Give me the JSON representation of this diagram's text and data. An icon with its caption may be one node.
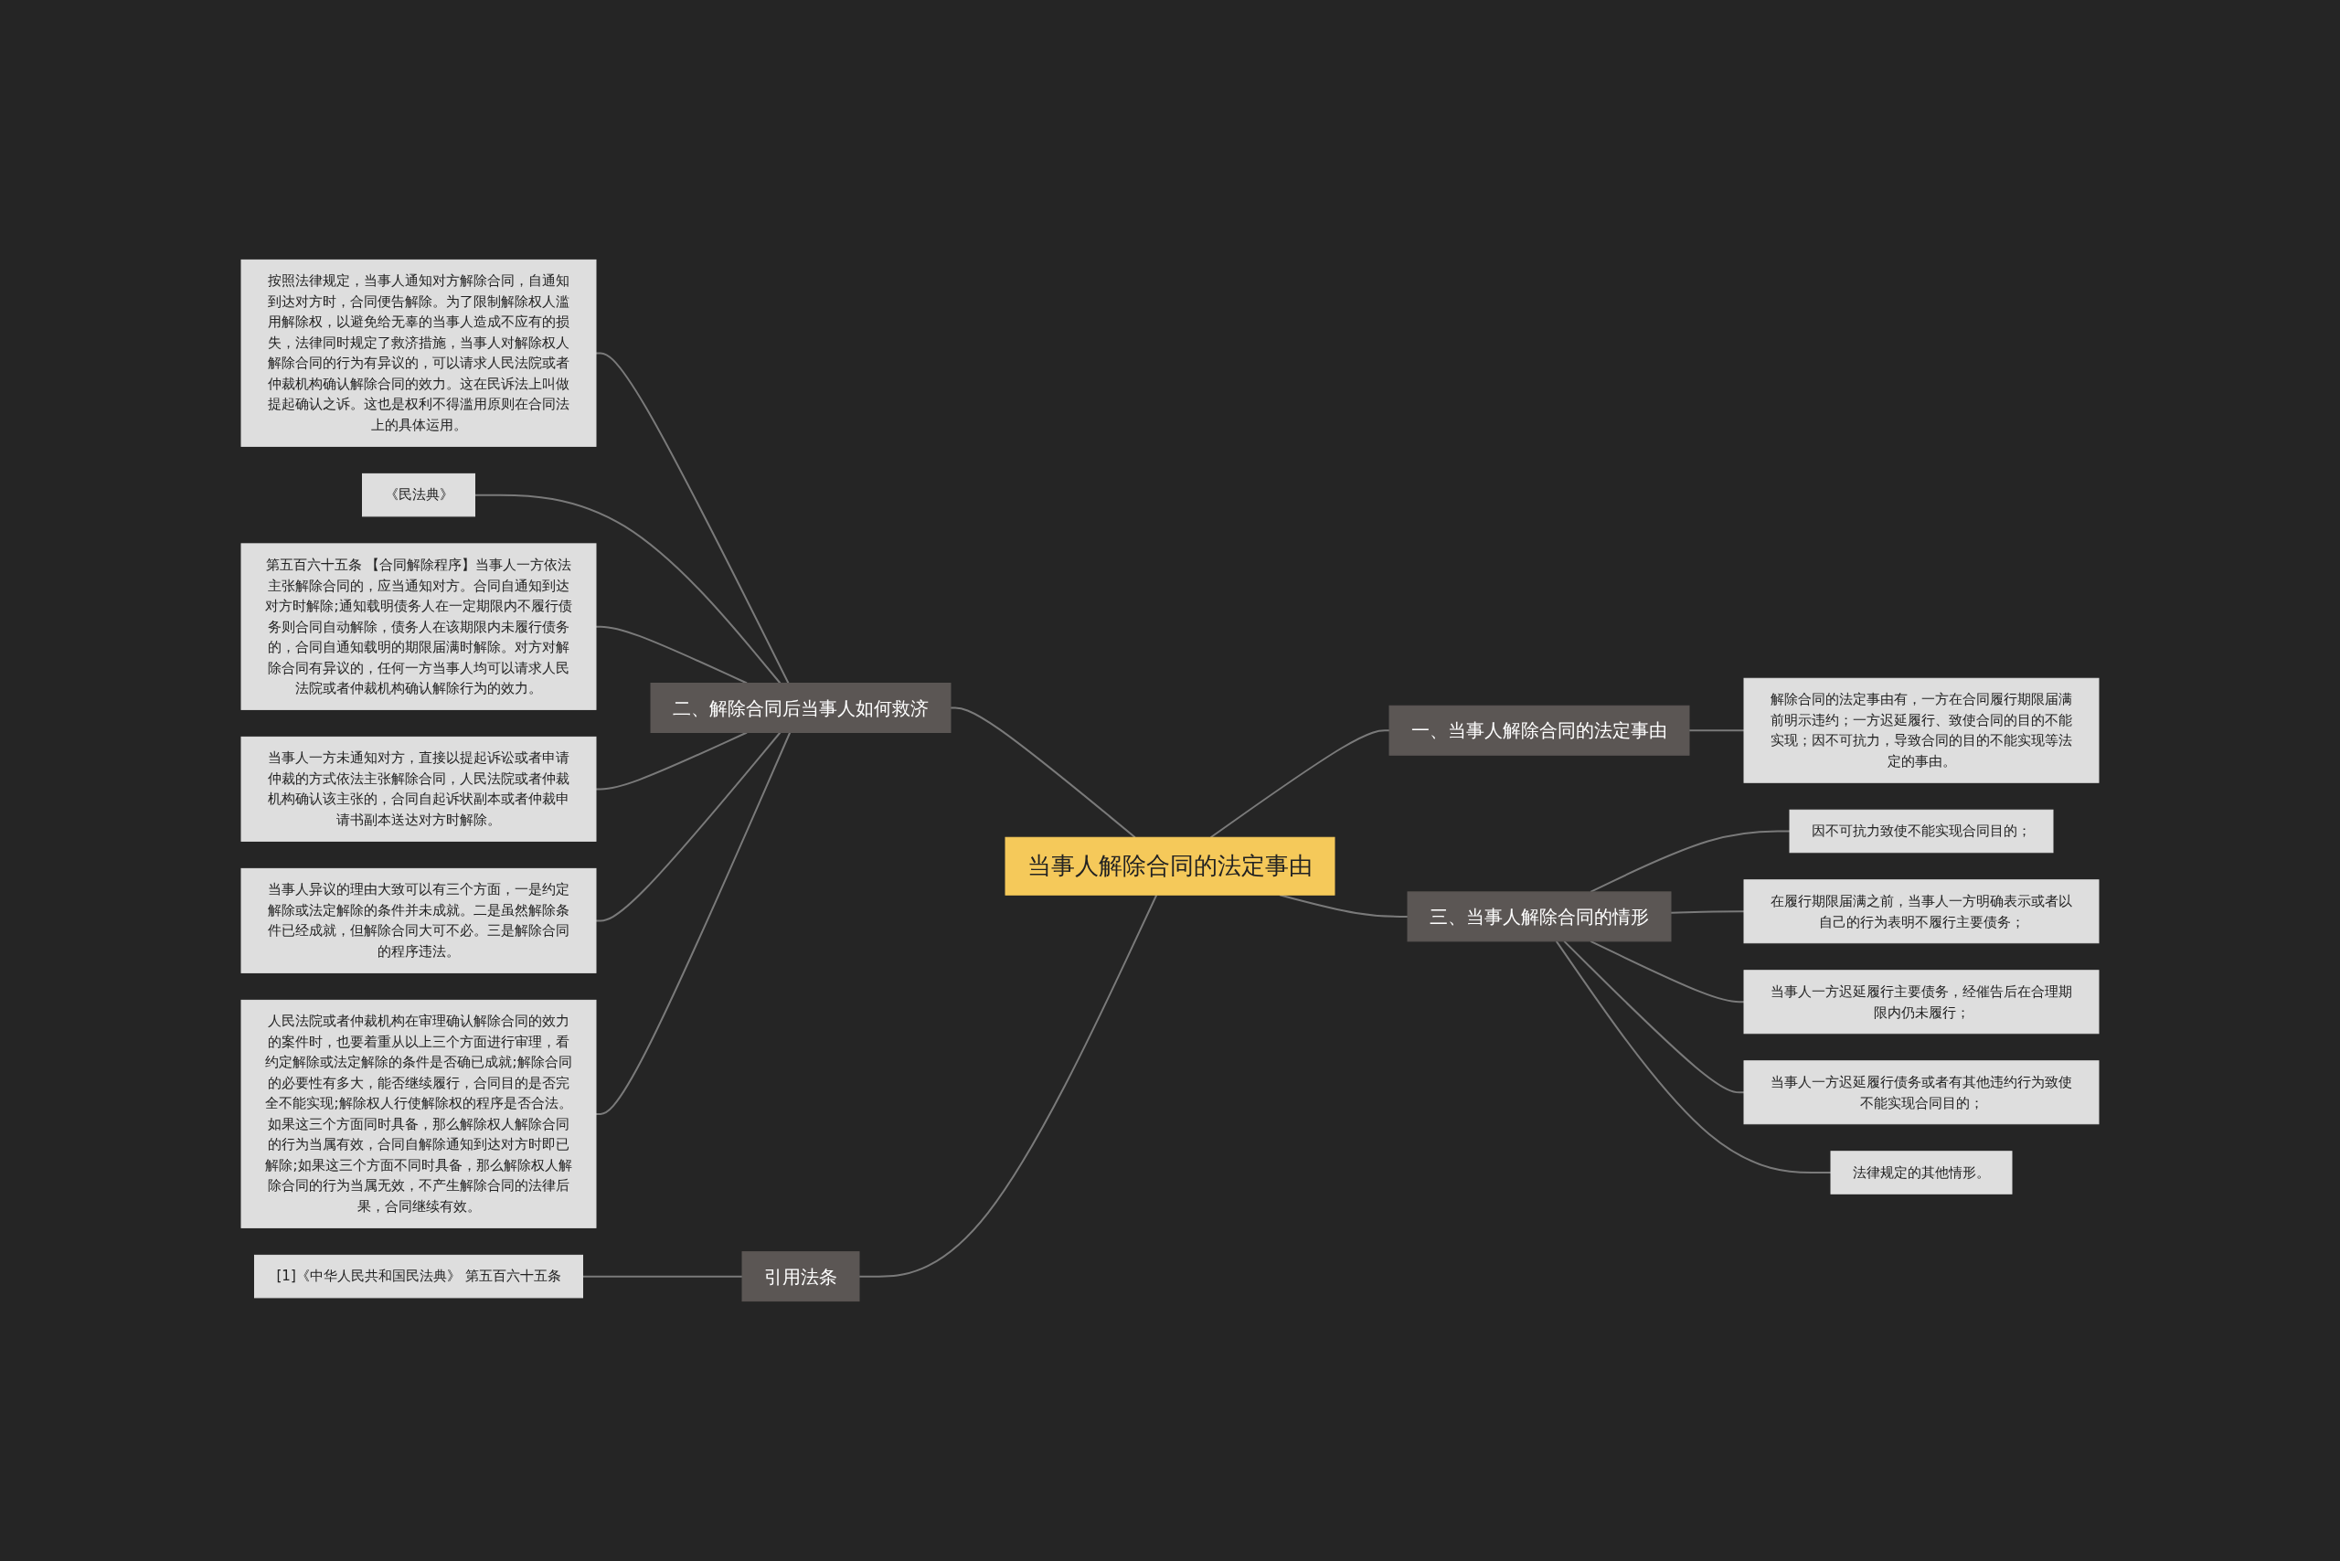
{
  "diagram": {
    "nodes": [
      {
        "text": [
          "当事人解除合同的法定事由"
        ]
      },
      {
        "text": [
          "二、解除合同后当事人如何救济"
        ]
      },
      {
        "text": [
          "按照法律规定，当事人通知对方解除合同，自通知到达对方时，合同便告解除。为了限制解除权人滥用解除权，以避免给无辜的当事人造成不应有的损失，法律同时规定了救济措施，当事人对解除权人解除合同的行为有异议的，可以请求人民法院或者仲裁机构确认解除合同的效力。这在民诉法上叫做提起确认之诉。这也是权利不得滥用原则在合同法上的具体运用。"
        ]
      },
      {
        "text": [
          "《民法典》"
        ]
      },
      {
        "text": [
          "第五百六十五条 【合同解除程序】当事人一方依法主张解除合同的，应当通知对方。合同自通知到达对方时解除;通知载明债务人在一定期限内不履行债务则合同自动解除，债务人在该期限内未履行债务的，合同自通知载明的期限届满时解除。对方对解除合同有异议的，任何一方当事人均可以请求人民法院或者仲裁机构确认解除行为的效力。"
        ]
      },
      {
        "text": [
          "当事人一方未通知对方，直接以提起诉讼或者申请仲裁的方式依法主张解除合同，人民法院或者仲裁机构确认该主张的，合同自起诉状副本或者仲裁申请书副本送达对方时解除。"
        ]
      },
      {
        "text": [
          "当事人异议的理由大致可以有三个方面，一是约定解除或法定解除的条件并未成就。二是虽然解除条件已经成就，但解除合同大可不必。三是解除合同的程序违法。"
        ]
      },
      {
        "text": [
          "人民法院或者仲裁机构在审理确认解除合同的效力的案件时，也要着重从以上三个方面进行审理，看约定解除或法定解除的条件是否确已成就;解除合同的必要性有多大，能否继续履行，合同目的是否完全不能实现;解除权人行使解除权的程序是否合法。如果这三个方面同时具备，那么解除权人解除合同的行为当属有效，合同自解除通知到达对方时即已解除;如果这三个方面不同时具备，那么解除权人解除合同的行为当属无效，不产生解除合同的法律后果，合同继续有效。"
        ]
      },
      {
        "text": [
          "引用法条"
        ]
      },
      {
        "text": [
          "[1]《中华人民共和国民法典》 第五百六十五条"
        ]
      },
      {
        "text": [
          "一、当事人解除合同的法定事由"
        ]
      },
      {
        "text": [
          "解除合同的法定事由有，一方在合同履行期限届满前明示违约；一方迟延履行、致使合同的目的不能实现；因不可抗力，导致合同的目的不能实现等法定的事由。"
        ]
      },
      {
        "text": [
          "三、当事人解除合同的情形"
        ]
      },
      {
        "text": [
          "因不可抗力致使不能实现合同目的；"
        ]
      },
      {
        "text": [
          "在履行期限届满之前，当事人一方明确表示或者以自己的行为表明不履行主要债务；"
        ]
      },
      {
        "text": [
          "当事人一方迟延履行主要债务，经催告后在合理期限内仍未履行；"
        ]
      },
      {
        "text": [
          "当事人一方迟延履行债务或者有其他违约行为致使不能实现合同目的；"
        ]
      },
      {
        "text": [
          "法律规定的其他情形。"
        ]
      }
    ],
    "edges": [
      {
        "from": 0,
        "to": 1,
        "arrow": "none"
      },
      {
        "from": 1,
        "to": 2,
        "arrow": "none"
      },
      {
        "from": 1,
        "to": 3,
        "arrow": "none"
      },
      {
        "from": 1,
        "to": 4,
        "arrow": "none"
      },
      {
        "from": 1,
        "to": 5,
        "arrow": "none"
      },
      {
        "from": 1,
        "to": 6,
        "arrow": "none"
      },
      {
        "from": 1,
        "to": 7,
        "arrow": "none"
      },
      {
        "from": 0,
        "to": 8,
        "arrow": "none"
      },
      {
        "from": 8,
        "to": 9,
        "arrow": "none"
      },
      {
        "from": 0,
        "to": 10,
        "arrow": "none"
      },
      {
        "from": 10,
        "to": 11,
        "arrow": "none"
      },
      {
        "from": 0,
        "to": 12,
        "arrow": "none"
      },
      {
        "from": 12,
        "to": 13,
        "arrow": "none"
      },
      {
        "from": 12,
        "to": 14,
        "arrow": "none"
      },
      {
        "from": 12,
        "to": 15,
        "arrow": "none"
      },
      {
        "from": 12,
        "to": 16,
        "arrow": "none"
      },
      {
        "from": 12,
        "to": 17,
        "arrow": "none"
      }
    ]
  }
}
